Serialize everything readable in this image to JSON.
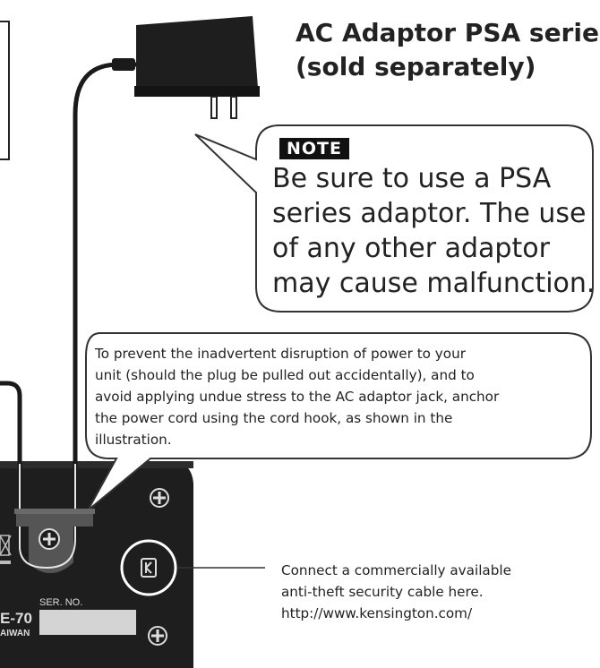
{
  "title": {
    "line1": "AC Adaptor PSA series",
    "line2": "(sold separately)"
  },
  "note": {
    "label": "NOTE",
    "lines": [
      "Be sure to use a PSA",
      "series adaptor. The use",
      "of any other adaptor",
      "may cause malfunction."
    ]
  },
  "cord_hook_callout": {
    "lines": [
      "To prevent the inadvertent disruption of power to your",
      "unit (should the plug be pulled out accidentally), and to",
      "avoid applying undue stress to the AC adaptor jack, anchor",
      "the power cord using the cord hook, as shown in the",
      "illustration."
    ]
  },
  "kensington_callout": {
    "lines": [
      "Connect a commercially available",
      "anti-theft security cable here.",
      "http://www.kensington.com/"
    ]
  },
  "panel": {
    "serial_label": "SER. NO.",
    "model_text": "E-70",
    "origin_text": "AIWAN"
  },
  "colors": {
    "panel": "#1e1e1e",
    "text": "#222222",
    "callout_border": "#333333",
    "cord": "#1a1a1a",
    "hook": "#555555"
  },
  "icons": [
    "weee-bin-icon",
    "kensington-lock-icon",
    "screw-icon"
  ]
}
